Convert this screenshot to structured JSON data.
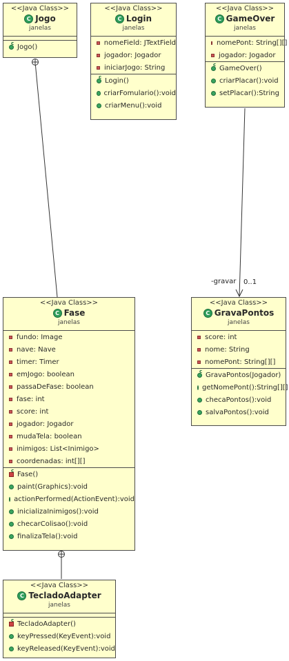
{
  "stereotype": "<<Java Class>>",
  "classes": {
    "jogo": {
      "name": "Jogo",
      "package": "janelas",
      "attributes": [],
      "methods": [
        {
          "text": "Jogo()",
          "kind": "constructor-public"
        }
      ]
    },
    "login": {
      "name": "Login",
      "package": "janelas",
      "attributes": [
        "nomeField: JTextField",
        "jogador: Jogador",
        "iniciarJogo: String"
      ],
      "methods": [
        {
          "text": "Login()",
          "kind": "constructor-public"
        },
        {
          "text": "criarFomulario():void",
          "kind": "public"
        },
        {
          "text": "criarMenu():void",
          "kind": "public"
        }
      ]
    },
    "gameover": {
      "name": "GameOver",
      "package": "janelas",
      "attributes": [
        "nomePont: String[][]",
        "jogador: Jogador"
      ],
      "methods": [
        {
          "text": "GameOver()",
          "kind": "constructor-public"
        },
        {
          "text": "criarPlacar():void",
          "kind": "public"
        },
        {
          "text": "setPlacar():String",
          "kind": "public"
        }
      ]
    },
    "fase": {
      "name": "Fase",
      "package": "janelas",
      "attributes": [
        "fundo: Image",
        "nave: Nave",
        "timer: Timer",
        "emJogo: boolean",
        "passaDeFase: boolean",
        "fase: int",
        "score: int",
        "jogador: Jogador",
        "mudaTela: boolean",
        "inimigos: List<Inimigo>",
        "coordenadas: int[][]"
      ],
      "methods": [
        {
          "text": "Fase()",
          "kind": "constructor-private"
        },
        {
          "text": "paint(Graphics):void",
          "kind": "public"
        },
        {
          "text": "actionPerformed(ActionEvent):void",
          "kind": "public"
        },
        {
          "text": "inicializaInimigos():void",
          "kind": "public"
        },
        {
          "text": "checarColisao():void",
          "kind": "public"
        },
        {
          "text": "finalizaTela():void",
          "kind": "public"
        }
      ]
    },
    "gravapontos": {
      "name": "GravaPontos",
      "package": "janelas",
      "attributes": [
        "score: int",
        "nome: String",
        "nomePont: String[][]"
      ],
      "methods": [
        {
          "text": "GravaPontos(Jogador)",
          "kind": "constructor-public"
        },
        {
          "text": "getNomePont():String[][]",
          "kind": "public"
        },
        {
          "text": "checaPontos():void",
          "kind": "public"
        },
        {
          "text": "salvaPontos():void",
          "kind": "public"
        }
      ]
    },
    "tecladoadapter": {
      "name": "TecladoAdapter",
      "package": "janelas",
      "attributes": [],
      "methods": [
        {
          "text": "TecladoAdapter()",
          "kind": "constructor-private"
        },
        {
          "text": "keyPressed(KeyEvent):void",
          "kind": "public"
        },
        {
          "text": "keyReleased(KeyEvent):void",
          "kind": "public"
        }
      ]
    }
  },
  "associations": {
    "gameover_gravapontos": {
      "role": "-gravar",
      "multiplicity": "0..1"
    }
  }
}
